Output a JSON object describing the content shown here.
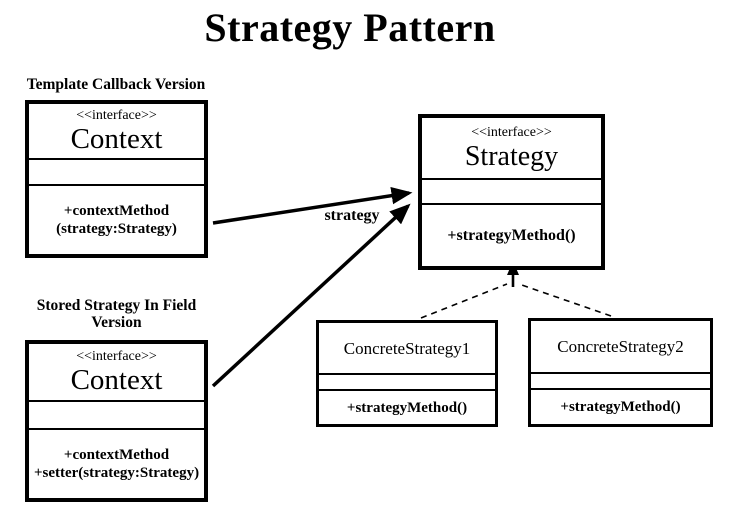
{
  "title": "Strategy Pattern",
  "diagram": {
    "association_label": "strategy",
    "colors": {
      "ink": "#000000",
      "background": "#ffffff"
    },
    "classes": {
      "context_template": {
        "caption": "Template Callback Version",
        "stereotype": "<<interface>>",
        "name": "Context",
        "methods": [
          "+contextMethod",
          "(strategy:Strategy)"
        ]
      },
      "context_field": {
        "caption": "Stored Strategy In Field Version",
        "stereotype": "<<interface>>",
        "name": "Context",
        "methods": [
          "+contextMethod",
          "+setter(strategy:Strategy)"
        ]
      },
      "strategy": {
        "stereotype": "<<interface>>",
        "name": "Strategy",
        "methods": [
          "+strategyMethod()"
        ]
      },
      "concrete_strategy_1": {
        "name": "ConcreteStrategy1",
        "methods": [
          "+strategyMethod()"
        ]
      },
      "concrete_strategy_2": {
        "name": "ConcreteStrategy2",
        "methods": [
          "+strategyMethod()"
        ]
      }
    }
  }
}
